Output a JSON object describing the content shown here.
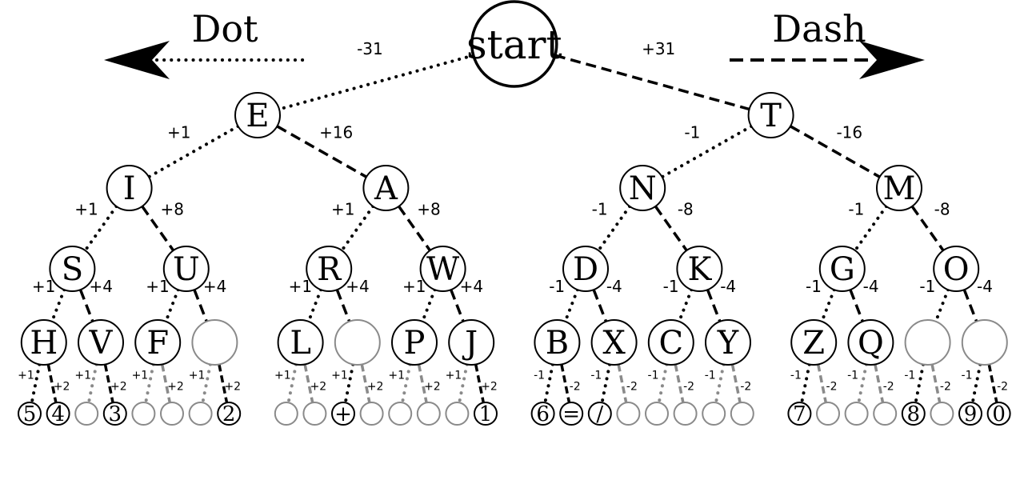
{
  "legend": {
    "dot_label": "Dot",
    "dash_label": "Dash"
  },
  "colors": {
    "ink": "#000000",
    "faded": "#8a8a8a"
  },
  "tree": {
    "id": "root",
    "label": "start",
    "level": 0,
    "children": [
      {
        "id": "E",
        "label": "E",
        "level": 1,
        "edge": "dot",
        "weight": "-31",
        "children": [
          {
            "id": "I",
            "label": "I",
            "level": 2,
            "edge": "dot",
            "weight": "+1",
            "children": [
              {
                "id": "S",
                "label": "S",
                "level": 3,
                "edge": "dot",
                "weight": "+1",
                "children": [
                  {
                    "id": "H",
                    "label": "H",
                    "level": 4,
                    "edge": "dot",
                    "weight": "+1",
                    "children": [
                      {
                        "id": "c5",
                        "label": "5",
                        "level": 5,
                        "edge": "dot",
                        "weight": "+1"
                      },
                      {
                        "id": "c4",
                        "label": "4",
                        "level": 5,
                        "edge": "dash",
                        "weight": "+2"
                      }
                    ]
                  },
                  {
                    "id": "V",
                    "label": "V",
                    "level": 4,
                    "edge": "dash",
                    "weight": "+4",
                    "children": [
                      {
                        "id": "vdot",
                        "label": "",
                        "level": 5,
                        "edge": "dot",
                        "weight": "+1"
                      },
                      {
                        "id": "c3",
                        "label": "3",
                        "level": 5,
                        "edge": "dash",
                        "weight": "+2"
                      }
                    ]
                  }
                ]
              },
              {
                "id": "U",
                "label": "U",
                "level": 3,
                "edge": "dash",
                "weight": "+8",
                "children": [
                  {
                    "id": "F",
                    "label": "F",
                    "level": 4,
                    "edge": "dot",
                    "weight": "+1",
                    "children": [
                      {
                        "id": "fdot",
                        "label": "",
                        "level": 5,
                        "edge": "dot",
                        "weight": "+1"
                      },
                      {
                        "id": "fdash",
                        "label": "",
                        "level": 5,
                        "edge": "dash",
                        "weight": "+2"
                      }
                    ]
                  },
                  {
                    "id": "Uempty",
                    "label": "",
                    "level": 4,
                    "edge": "dash",
                    "weight": "+4",
                    "children": [
                      {
                        "id": "uedot",
                        "label": "",
                        "level": 5,
                        "edge": "dot",
                        "weight": "+1"
                      },
                      {
                        "id": "c2",
                        "label": "2",
                        "level": 5,
                        "edge": "dash",
                        "weight": "+2"
                      }
                    ]
                  }
                ]
              }
            ]
          },
          {
            "id": "A",
            "label": "A",
            "level": 2,
            "edge": "dash",
            "weight": "+16",
            "children": [
              {
                "id": "R",
                "label": "R",
                "level": 3,
                "edge": "dot",
                "weight": "+1",
                "children": [
                  {
                    "id": "L",
                    "label": "L",
                    "level": 4,
                    "edge": "dot",
                    "weight": "+1",
                    "children": [
                      {
                        "id": "ldot",
                        "label": "",
                        "level": 5,
                        "edge": "dot",
                        "weight": "+1"
                      },
                      {
                        "id": "ldash",
                        "label": "",
                        "level": 5,
                        "edge": "dash",
                        "weight": "+2"
                      }
                    ]
                  },
                  {
                    "id": "Rempty",
                    "label": "",
                    "level": 4,
                    "edge": "dash",
                    "weight": "+4",
                    "children": [
                      {
                        "id": "cplus",
                        "label": "+",
                        "level": 5,
                        "edge": "dot",
                        "weight": "+1"
                      },
                      {
                        "id": "redash",
                        "label": "",
                        "level": 5,
                        "edge": "dash",
                        "weight": "+2"
                      }
                    ]
                  }
                ]
              },
              {
                "id": "W",
                "label": "W",
                "level": 3,
                "edge": "dash",
                "weight": "+8",
                "children": [
                  {
                    "id": "P",
                    "label": "P",
                    "level": 4,
                    "edge": "dot",
                    "weight": "+1",
                    "children": [
                      {
                        "id": "pdot",
                        "label": "",
                        "level": 5,
                        "edge": "dot",
                        "weight": "+1"
                      },
                      {
                        "id": "pdash",
                        "label": "",
                        "level": 5,
                        "edge": "dash",
                        "weight": "+2"
                      }
                    ]
                  },
                  {
                    "id": "J",
                    "label": "J",
                    "level": 4,
                    "edge": "dash",
                    "weight": "+4",
                    "children": [
                      {
                        "id": "jdot",
                        "label": "",
                        "level": 5,
                        "edge": "dot",
                        "weight": "+1"
                      },
                      {
                        "id": "c1",
                        "label": "1",
                        "level": 5,
                        "edge": "dash",
                        "weight": "+2"
                      }
                    ]
                  }
                ]
              }
            ]
          }
        ]
      },
      {
        "id": "T",
        "label": "T",
        "level": 1,
        "edge": "dash",
        "weight": "+31",
        "children": [
          {
            "id": "N",
            "label": "N",
            "level": 2,
            "edge": "dot",
            "weight": "-1",
            "children": [
              {
                "id": "D",
                "label": "D",
                "level": 3,
                "edge": "dot",
                "weight": "-1",
                "children": [
                  {
                    "id": "B",
                    "label": "B",
                    "level": 4,
                    "edge": "dot",
                    "weight": "-1",
                    "children": [
                      {
                        "id": "c6",
                        "label": "6",
                        "level": 5,
                        "edge": "dot",
                        "weight": "-1"
                      },
                      {
                        "id": "ceq",
                        "label": "=",
                        "level": 5,
                        "edge": "dash",
                        "weight": "-2"
                      }
                    ]
                  },
                  {
                    "id": "X",
                    "label": "X",
                    "level": 4,
                    "edge": "dash",
                    "weight": "-4",
                    "children": [
                      {
                        "id": "cslash",
                        "label": "/",
                        "level": 5,
                        "edge": "dot",
                        "weight": "-1"
                      },
                      {
                        "id": "xdash",
                        "label": "",
                        "level": 5,
                        "edge": "dash",
                        "weight": "-2"
                      }
                    ]
                  }
                ]
              },
              {
                "id": "K",
                "label": "K",
                "level": 3,
                "edge": "dash",
                "weight": "-8",
                "children": [
                  {
                    "id": "C",
                    "label": "C",
                    "level": 4,
                    "edge": "dot",
                    "weight": "-1",
                    "children": [
                      {
                        "id": "cdot",
                        "label": "",
                        "level": 5,
                        "edge": "dot",
                        "weight": "-1"
                      },
                      {
                        "id": "cdash",
                        "label": "",
                        "level": 5,
                        "edge": "dash",
                        "weight": "-2"
                      }
                    ]
                  },
                  {
                    "id": "Y",
                    "label": "Y",
                    "level": 4,
                    "edge": "dash",
                    "weight": "-4",
                    "children": [
                      {
                        "id": "ydot",
                        "label": "",
                        "level": 5,
                        "edge": "dot",
                        "weight": "-1"
                      },
                      {
                        "id": "ydash",
                        "label": "",
                        "level": 5,
                        "edge": "dash",
                        "weight": "-2"
                      }
                    ]
                  }
                ]
              }
            ]
          },
          {
            "id": "M",
            "label": "M",
            "level": 2,
            "edge": "dash",
            "weight": "-16",
            "children": [
              {
                "id": "G",
                "label": "G",
                "level": 3,
                "edge": "dot",
                "weight": "-1",
                "children": [
                  {
                    "id": "Z",
                    "label": "Z",
                    "level": 4,
                    "edge": "dot",
                    "weight": "-1",
                    "children": [
                      {
                        "id": "c7",
                        "label": "7",
                        "level": 5,
                        "edge": "dot",
                        "weight": "-1"
                      },
                      {
                        "id": "zdash",
                        "label": "",
                        "level": 5,
                        "edge": "dash",
                        "weight": "-2"
                      }
                    ]
                  },
                  {
                    "id": "Q",
                    "label": "Q",
                    "level": 4,
                    "edge": "dash",
                    "weight": "-4",
                    "children": [
                      {
                        "id": "qdot",
                        "label": "",
                        "level": 5,
                        "edge": "dot",
                        "weight": "-1"
                      },
                      {
                        "id": "qdash",
                        "label": "",
                        "level": 5,
                        "edge": "dash",
                        "weight": "-2"
                      }
                    ]
                  }
                ]
              },
              {
                "id": "O",
                "label": "O",
                "level": 3,
                "edge": "dash",
                "weight": "-8",
                "children": [
                  {
                    "id": "Oempty1",
                    "label": "",
                    "level": 4,
                    "edge": "dot",
                    "weight": "-1",
                    "children": [
                      {
                        "id": "c8",
                        "label": "8",
                        "level": 5,
                        "edge": "dot",
                        "weight": "-1"
                      },
                      {
                        "id": "o1dash",
                        "label": "",
                        "level": 5,
                        "edge": "dash",
                        "weight": "-2"
                      }
                    ]
                  },
                  {
                    "id": "Oempty2",
                    "label": "",
                    "level": 4,
                    "edge": "dash",
                    "weight": "-4",
                    "children": [
                      {
                        "id": "c9",
                        "label": "9",
                        "level": 5,
                        "edge": "dot",
                        "weight": "-1"
                      },
                      {
                        "id": "c0",
                        "label": "0",
                        "level": 5,
                        "edge": "dash",
                        "weight": "-2"
                      }
                    ]
                  }
                ]
              }
            ]
          }
        ]
      }
    ]
  }
}
